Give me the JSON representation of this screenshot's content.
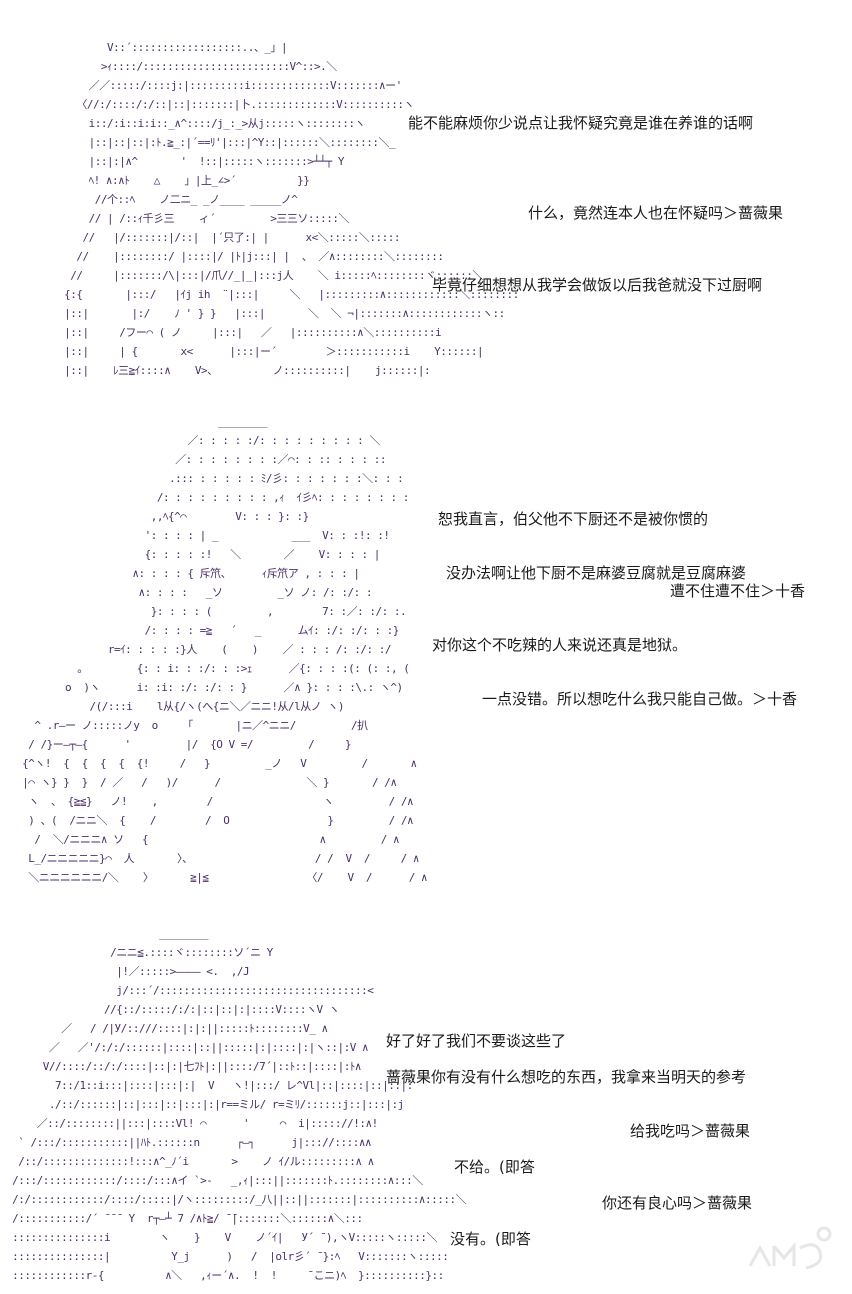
{
  "panel1": {
    "lines": [
      "能不能麻烦你少说点让我怀疑究竟是谁在养谁的话啊",
      "什么，竟然连本人也在怀疑吗＞蔷薇果",
      "毕竟仔细想想从我学会做饭以后我爸就没下过厨啊"
    ]
  },
  "panel2": {
    "lines": [
      "恕我直言，伯父他不下厨还不是被你惯的",
      "没办法啊让他下厨不是麻婆豆腐就是豆腐麻婆",
      "遭不住遭不住＞十香",
      "对你这个不吃辣的人来说还真是地狱。",
      "一点没错。所以想吃什么我只能自己做。＞十香"
    ]
  },
  "panel3": {
    "lines": [
      "好了好了我们不要谈这些了",
      "蔷薇果你有没有什么想吃的东西，我拿来当明天的参考",
      "给我吃吗＞蔷薇果",
      "不给。(即答",
      "你还有良心吗＞蔷薇果",
      "没有。(即答"
    ]
  }
}
